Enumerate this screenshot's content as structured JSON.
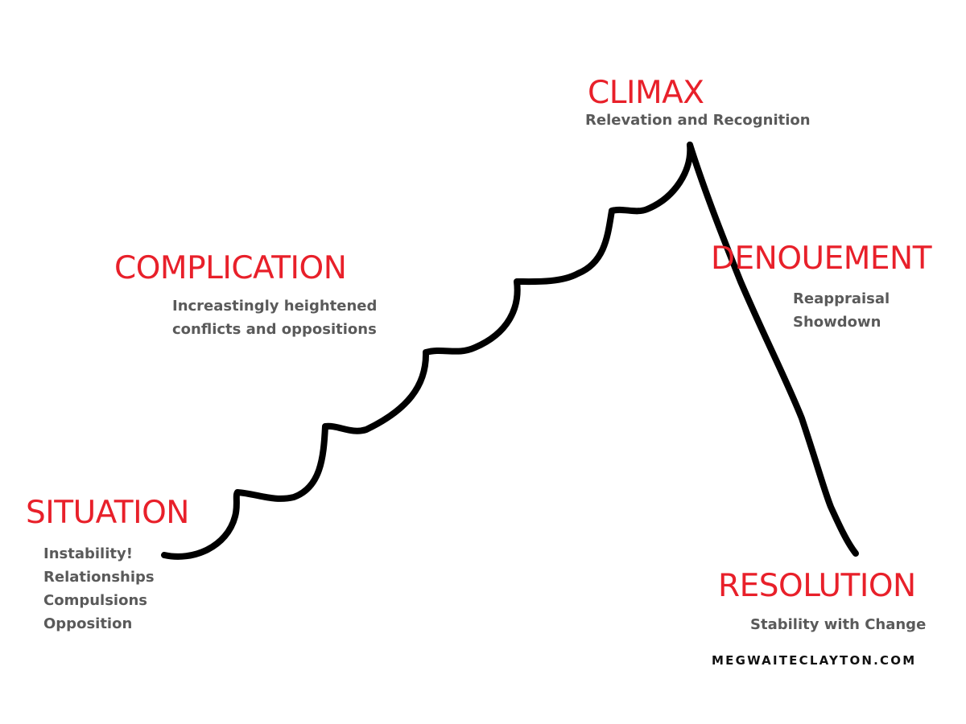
{
  "colors": {
    "heading": "#e8202a",
    "description": "#5a5a5a",
    "curve": "#000000",
    "watermark": "#111111"
  },
  "stages": {
    "situation": {
      "title": "SITUATION",
      "lines": [
        "Instability!",
        "Relationships",
        "Compulsions",
        "Opposition"
      ]
    },
    "complication": {
      "title": "COMPLICATION",
      "lines": [
        "Increastingly heightened",
        "conflicts and oppositions"
      ]
    },
    "climax": {
      "title": "CLIMAX",
      "lines": [
        "Relevation and Recognition"
      ]
    },
    "denouement": {
      "title": "DENOUEMENT",
      "lines": [
        "Reappraisal",
        "Showdown"
      ]
    },
    "resolution": {
      "title": "RESOLUTION",
      "lines": [
        "Stability with Change"
      ]
    }
  },
  "watermark": "MEGWAITECLAYTON.COM"
}
